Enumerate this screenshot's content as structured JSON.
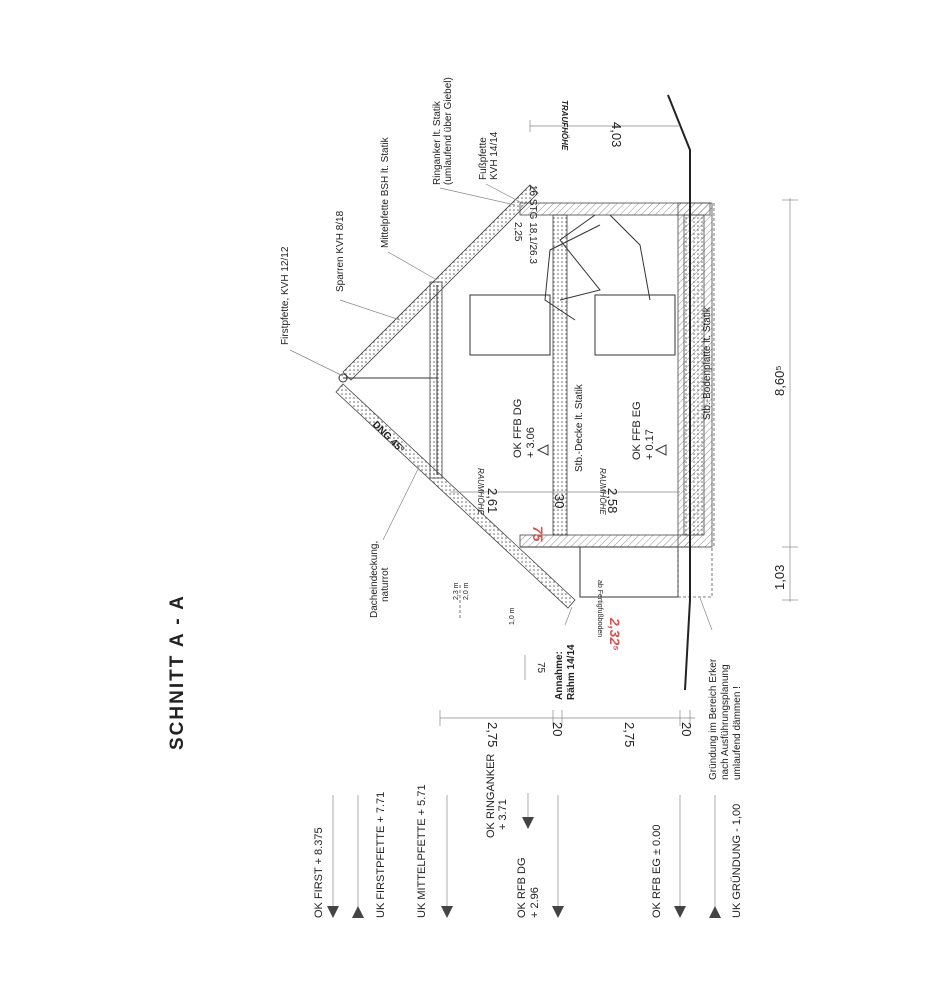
{
  "title": "SCHNITT    A  -  A",
  "levels": [
    {
      "label": "OK FIRST  + 8.375"
    },
    {
      "label": "UK FIRSTPFETTE  + 7.71"
    },
    {
      "label": "UK MITTELPFETTE  + 5.71"
    },
    {
      "label": "OK RINGANKER",
      "value": "+ 3.71"
    },
    {
      "label": "OK RFB DG",
      "value": "+ 2.96"
    },
    {
      "label": "OK RFB EG  ± 0.00"
    },
    {
      "label": "UK GRÜNDUNG  - 1,00"
    }
  ],
  "callouts": {
    "firstpfette": "Firstpfette, KVH 12/12",
    "sparren": "Sparren KVH 8/18",
    "mittelpfette": "Mittelpfette BSH lt. Statik",
    "ringanker_1": "Ringanker lt. Statik",
    "ringanker_2": "(umlaufend über Giebel)",
    "fusspfette_1": "Fußpfette",
    "fusspfette_2": "KVH 14/14",
    "dach_1": "Dacheindeckung,",
    "dach_2": "naturrot",
    "dng": "DNG 45°",
    "annahme_1": "Annahme:",
    "annahme_2": "Rähm  14/14",
    "gruendung_1": "Gründung im Bereich Erker",
    "gruendung_2": "nach Ausführungsplanung",
    "gruendung_3": "umlaufend dämmen !",
    "stb_decke": "Stb.-Decke lt. Statik",
    "stb_bodenplatte": "Stb.-Bodenplatte lt. Statik",
    "ab_ffb": "ab Fertigfußboden",
    "treppe": "16 STG 18,1/26.3"
  },
  "floor_marks": {
    "dg_label": "OK FFB DG",
    "dg_value": "+ 3.06",
    "eg_label": "OK FFB EG",
    "eg_value": "+ 0.17"
  },
  "dimensions": {
    "raumhoehe": "RAUMHÖHE",
    "dg_height": "2,61",
    "slab": "30",
    "eg_height": "2,58",
    "kniestock": "75",
    "erker_height": "2,32⁵",
    "stair_head": "2,25",
    "traufhoehe_value": "4,03",
    "traufhoehe_label": "TRAUFHÖHE",
    "width_main": "8,60⁵",
    "width_erker": "1,03",
    "chain": [
      "2,75",
      "20",
      "2,75",
      "20"
    ],
    "seventyfive": "75",
    "h23": "2,3 m",
    "h20": "2,0 m",
    "h10": "1,0 m"
  },
  "colors": {
    "accent_red": "#d9534f",
    "line": "#333333"
  }
}
